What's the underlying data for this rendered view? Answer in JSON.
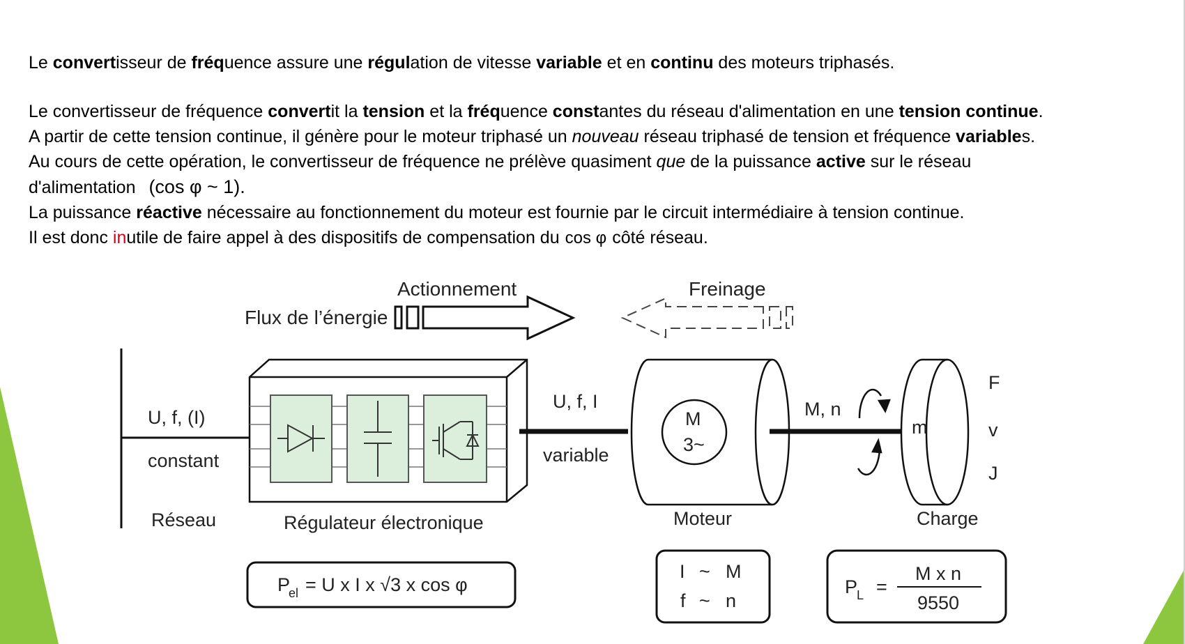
{
  "paragraph1": {
    "segments": [
      {
        "t": "Le ",
        "b": false
      },
      {
        "t": "convert",
        "b": true
      },
      {
        "t": "isseur de ",
        "b": false
      },
      {
        "t": "fréq",
        "b": true
      },
      {
        "t": "uence assure une ",
        "b": false
      },
      {
        "t": "régul",
        "b": true
      },
      {
        "t": "ation de vitesse ",
        "b": false
      },
      {
        "t": "variable",
        "b": true
      },
      {
        "t": " et en ",
        "b": false
      },
      {
        "t": "continu",
        "b": true
      },
      {
        "t": " des moteurs triphasés.",
        "b": false
      }
    ]
  },
  "paragraph2": {
    "line1": [
      {
        "t": "Le convertisseur de fréquence ",
        "s": "n"
      },
      {
        "t": "convert",
        "s": "b"
      },
      {
        "t": "it la ",
        "s": "n"
      },
      {
        "t": "tension",
        "s": "b"
      },
      {
        "t": " et la ",
        "s": "n"
      },
      {
        "t": "fréq",
        "s": "b"
      },
      {
        "t": "uence ",
        "s": "n"
      },
      {
        "t": "const",
        "s": "b"
      },
      {
        "t": "antes du réseau d'alimentation en une ",
        "s": "n"
      },
      {
        "t": "tension continue",
        "s": "b"
      },
      {
        "t": ".",
        "s": "n"
      }
    ],
    "line2": [
      {
        "t": "A partir de cette tension continue, il génère pour le moteur triphasé un ",
        "s": "n"
      },
      {
        "t": "nouveau",
        "s": "i"
      },
      {
        "t": " réseau triphasé de tension et fréquence ",
        "s": "n"
      },
      {
        "t": "variable",
        "s": "b"
      },
      {
        "t": "s.",
        "s": "n"
      }
    ],
    "line3": [
      {
        "t": "Au cours de cette opération, le convertisseur de fréquence ne prélève quasiment ",
        "s": "n"
      },
      {
        "t": "que",
        "s": "i"
      },
      {
        "t": " de la puissance ",
        "s": "n"
      },
      {
        "t": "active",
        "s": "b"
      },
      {
        "t": " sur le réseau",
        "s": "n"
      }
    ],
    "line4_text": "d'alimentation",
    "line4_formula": "(cos φ ~ 1).",
    "line5": [
      {
        "t": "La puissance ",
        "s": "n"
      },
      {
        "t": "réactive",
        "s": "b"
      },
      {
        "t": " nécessaire au fonctionnement du moteur est fournie par le circuit intermédiaire à tension continue.",
        "s": "n"
      }
    ],
    "line6_a": "Il est donc ",
    "line6_red": "in",
    "line6_b": "utile de faire appel à des dispositifs de compensation du",
    "line6_cos": "cos φ",
    "line6_c": "côté réseau."
  },
  "diagram": {
    "flux_label": "Flux de l’énergie",
    "actionnement_label": "Actionnement",
    "freinage_label": "Freinage",
    "reseau_ufi": "U, f, (I)",
    "reseau_constant": "constant",
    "reseau_label": "Réseau",
    "regulateur_label": "Régulateur électronique",
    "out_ufi": "U, f, I",
    "out_variable": "variable",
    "motor_m": "M",
    "motor_3": "3~",
    "moteur_label": "Moteur",
    "shaft_label": "M, n",
    "load_m": "m",
    "load_f": "F",
    "load_v": "v",
    "load_j": "J",
    "charge_label": "Charge",
    "formula_pel_p": "P",
    "formula_pel_sub": "el",
    "formula_pel_rest": "= U x I x √3 x cos φ",
    "prop_i": "I",
    "prop_m": "M",
    "prop_f": "f",
    "prop_n": "n",
    "prop_tilde": "~",
    "pl_p": "P",
    "pl_sub": "L",
    "pl_eq": "=",
    "pl_num": "M x n",
    "pl_den": "9550"
  },
  "colors": {
    "accent_green": "#8dc63f",
    "block_fill": "#dcefdc",
    "red_text": "#d9001b"
  }
}
